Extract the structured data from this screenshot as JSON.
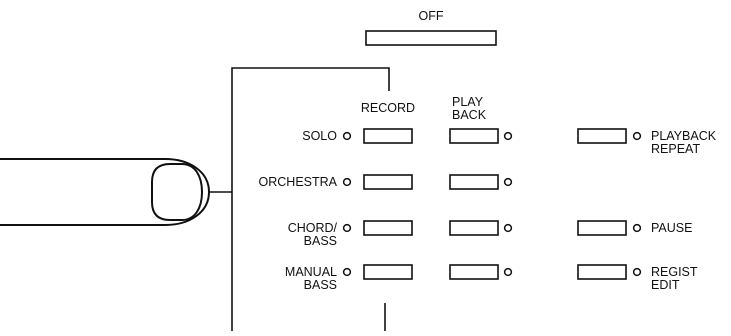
{
  "off": "OFF",
  "columns": {
    "record": "RECORD",
    "playback": [
      "PLAY",
      "BACK"
    ]
  },
  "rows": {
    "solo": "SOLO",
    "orchestra": "ORCHESTRA",
    "chord_bass": [
      "CHORD/",
      "BASS"
    ],
    "manual_bass": [
      "MANUAL",
      "BASS"
    ]
  },
  "right": {
    "playback_repeat": [
      "PLAYBACK",
      "REPEAT"
    ],
    "pause": "PAUSE",
    "regist_edit": [
      "REGIST",
      "EDIT"
    ]
  }
}
